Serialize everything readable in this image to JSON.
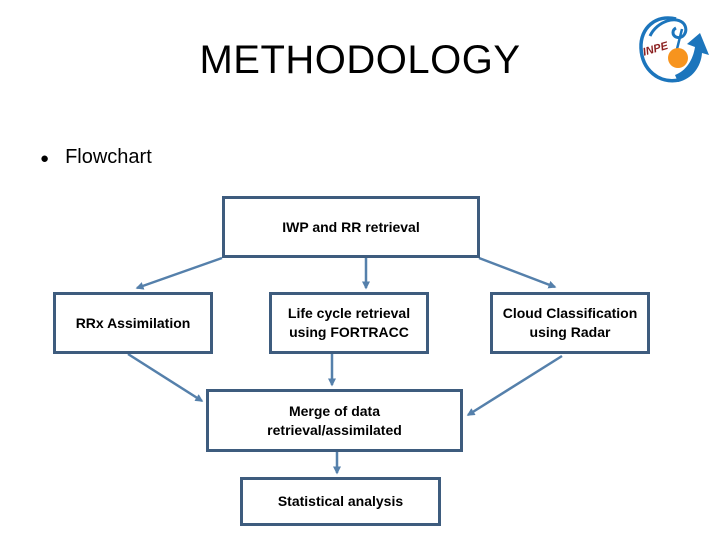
{
  "slide": {
    "title": "METHODOLOGY",
    "bullet": "Flowchart"
  },
  "logo": {
    "name": "INPE logo",
    "text": "INPE"
  },
  "flowchart": {
    "nodes": [
      {
        "id": "iwp",
        "label": "IWP and RR retrieval"
      },
      {
        "id": "rrx",
        "label": "RRx Assimilation"
      },
      {
        "id": "life",
        "label": "Life cycle retrieval\nusing FORTRACC"
      },
      {
        "id": "cloud",
        "label": "Cloud Classification\nusing Radar"
      },
      {
        "id": "merge",
        "label": "Merge of data\nretrieval/assimilated"
      },
      {
        "id": "stat",
        "label": "Statistical analysis"
      }
    ],
    "edges": [
      {
        "from": "iwp",
        "to": "rrx"
      },
      {
        "from": "iwp",
        "to": "life"
      },
      {
        "from": "iwp",
        "to": "cloud"
      },
      {
        "from": "rrx",
        "to": "merge"
      },
      {
        "from": "life",
        "to": "merge"
      },
      {
        "from": "cloud",
        "to": "merge"
      },
      {
        "from": "merge",
        "to": "stat"
      }
    ]
  },
  "colors": {
    "box_border": "#3E5C7E",
    "connector": "#5580AB",
    "text": "#000000",
    "logo_blue": "#1C75BC",
    "logo_orange": "#F7941E",
    "logo_red": "#8B2020"
  }
}
